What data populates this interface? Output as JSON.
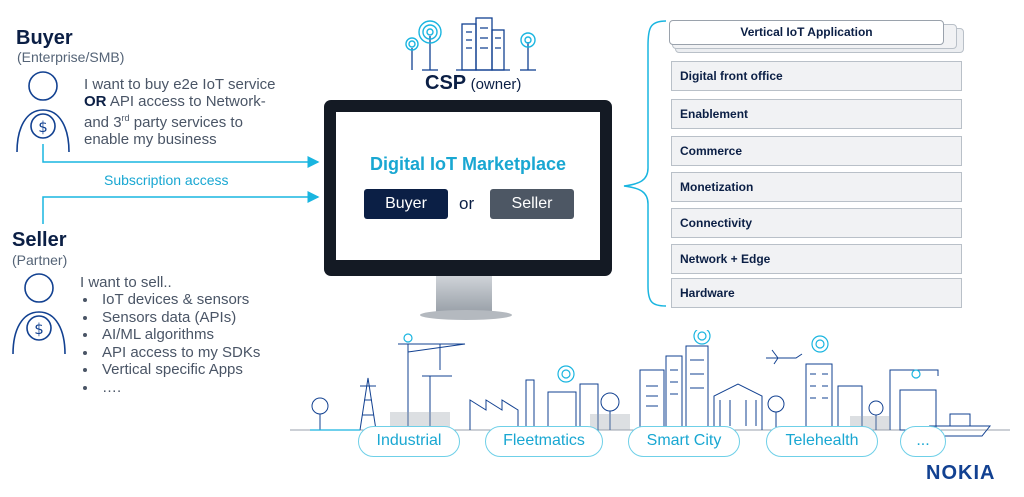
{
  "buyer": {
    "title": "Buyer",
    "subtitle": "(Enterprise/SMB)",
    "line1": "I want to buy e2e IoT service",
    "line2_bold": "OR",
    "line2_rest": " API access to Network-",
    "line3_pre": "and 3",
    "line3_sup": "rd",
    "line3_post": " party services to",
    "line4": "enable my business"
  },
  "seller": {
    "title": "Seller",
    "subtitle": "(Partner)",
    "intro": "I want to sell..",
    "items": [
      "IoT devices & sensors",
      "Sensors data (APIs)",
      "AI/ML algorithms",
      "API access to my SDKs",
      "Vertical specific Apps",
      "…."
    ]
  },
  "subscription_label": "Subscription access",
  "csp": {
    "title": "CSP",
    "owner": "(owner)"
  },
  "marketplace": {
    "title": "Digital IoT Marketplace",
    "buyer_button": "Buyer",
    "or": "or",
    "seller_button": "Seller"
  },
  "stack": {
    "top": "Vertical IoT Application",
    "layers": [
      "Digital front office",
      "Enablement",
      "Commerce",
      "Monetization",
      "Connectivity",
      "Network + Edge",
      "Hardware"
    ]
  },
  "verticals": [
    "Industrial",
    "Fleetmatics",
    "Smart City",
    "Telehealth",
    "..."
  ],
  "brand": "NOKIA",
  "colors": {
    "accent": "#19b5e0",
    "navy": "#0b1f45",
    "seller_button": "#4d5764"
  }
}
